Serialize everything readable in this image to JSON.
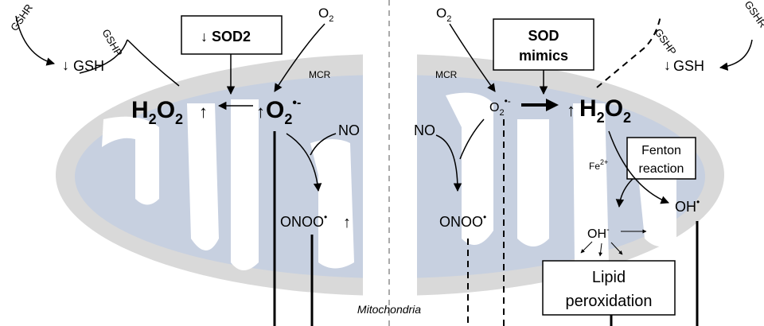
{
  "left": {
    "gshr": "GSHR",
    "gshp": "GSHP",
    "gsh_arrow": "↓",
    "gsh": "GSH",
    "sod_arrow": "↓",
    "sod": "SOD2",
    "o2_top": "O",
    "o2_top_sub": "2",
    "mcr": "MCR",
    "h2o2_h": "H",
    "h2o2_sub1": "2",
    "h2o2_o": "O",
    "h2o2_sub2": "2",
    "h2o2_arrow": "↑",
    "sup_arrow": "↑",
    "sup_o": "O",
    "sup_sub": "2",
    "sup_sup": "•-",
    "no": "NO",
    "onoo": "ONOO",
    "onoo_sup": "•",
    "onoo_arrow": "↑"
  },
  "right": {
    "gshr": "GSHR",
    "gshp": "GSHP",
    "gsh_arrow": "↓",
    "gsh": "GSH",
    "o2_top": "O",
    "o2_top_sub": "2",
    "mcr": "MCR",
    "sod_line1": "SOD",
    "sod_line2": "mimics",
    "sup_o": "O",
    "sup_sub": "2",
    "sup_sup": "•-",
    "h2o2_arrow": "↑",
    "h2o2_h": "H",
    "h2o2_sub1": "2",
    "h2o2_o": "O",
    "h2o2_sub2": "2",
    "no": "NO",
    "onoo": "ONOO",
    "onoo_sup": "•",
    "fe": "Fe",
    "fe_sup": "2+",
    "fenton_line1": "Fenton",
    "fenton_line2": "reaction",
    "oh_rad": "OH",
    "oh_rad_sup": "•",
    "oh_ion": "OH",
    "oh_ion_sup": "-",
    "lipid_line1": "Lipid",
    "lipid_line2": "peroxidation"
  },
  "caption": "Mitochondria"
}
